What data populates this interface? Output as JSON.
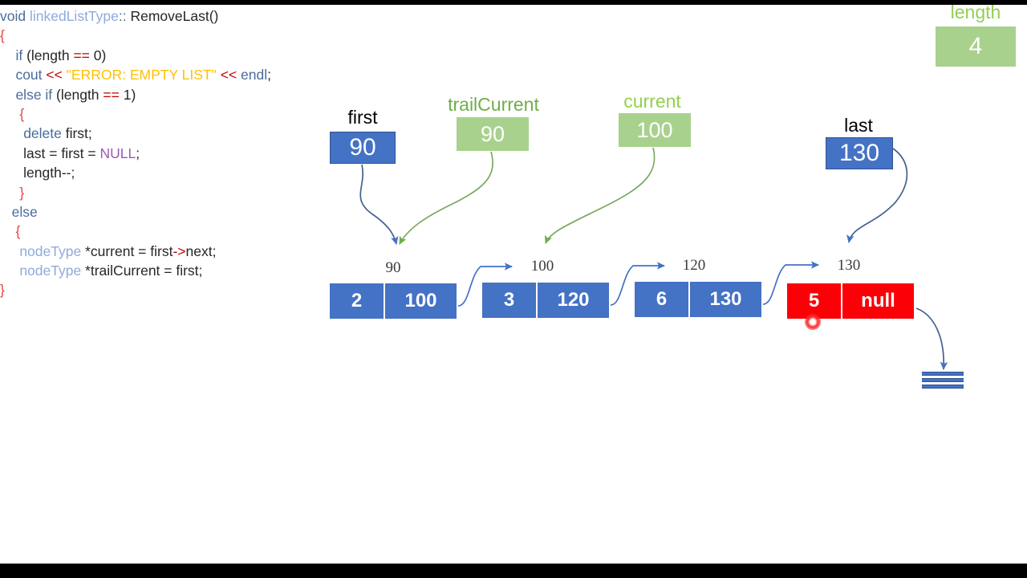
{
  "title": "linkedListType::RemoveLast() linked list walkthrough",
  "colors": {
    "node_blue": "#4472C4",
    "node_red": "#FB0007",
    "pointer_green_fill": "#A9D18E",
    "label_green_dark": "#70AD47",
    "label_green_light": "#92D050",
    "arrow_blue": "#4472C4",
    "arrow_green": "#70AD47",
    "letterbox": "#000000"
  },
  "code": {
    "lines": [
      [
        {
          "t": "void ",
          "c": "kw"
        },
        {
          "t": "linkedListType",
          "c": "type"
        },
        {
          "t": ":: ",
          "c": "kw"
        },
        {
          "t": "RemoveLast()",
          "c": "pl"
        }
      ],
      [
        {
          "t": "{",
          "c": "brace"
        }
      ],
      [
        {
          "t": "    ",
          "c": "pl"
        },
        {
          "t": "if ",
          "c": "kw"
        },
        {
          "t": "(length ",
          "c": "pl"
        },
        {
          "t": "== ",
          "c": "op"
        },
        {
          "t": "0)",
          "c": "pl"
        }
      ],
      [
        {
          "t": "    ",
          "c": "pl"
        },
        {
          "t": "cout ",
          "c": "kw"
        },
        {
          "t": "<< ",
          "c": "op"
        },
        {
          "t": "\"ERROR: EMPTY LIST\" ",
          "c": "str"
        },
        {
          "t": "<< ",
          "c": "op"
        },
        {
          "t": "endl",
          "c": "kw"
        },
        {
          "t": ";",
          "c": "pl"
        }
      ],
      [
        {
          "t": "    ",
          "c": "pl"
        },
        {
          "t": "else if ",
          "c": "kw"
        },
        {
          "t": "(length ",
          "c": "pl"
        },
        {
          "t": "== ",
          "c": "op"
        },
        {
          "t": "1)",
          "c": "pl"
        }
      ],
      [
        {
          "t": "     ",
          "c": "pl"
        },
        {
          "t": "{",
          "c": "brace"
        }
      ],
      [
        {
          "t": "      ",
          "c": "pl"
        },
        {
          "t": "delete ",
          "c": "kw"
        },
        {
          "t": "first;",
          "c": "pl"
        }
      ],
      [
        {
          "t": "      last = first = ",
          "c": "pl"
        },
        {
          "t": "NULL",
          "c": "null"
        },
        {
          "t": ";",
          "c": "pl"
        }
      ],
      [
        {
          "t": "      length--;",
          "c": "pl"
        }
      ],
      [
        {
          "t": "     ",
          "c": "pl"
        },
        {
          "t": "}",
          "c": "brace"
        }
      ],
      [
        {
          "t": "   ",
          "c": "pl"
        },
        {
          "t": "else",
          "c": "kw"
        }
      ],
      [
        {
          "t": "    ",
          "c": "pl"
        },
        {
          "t": "{",
          "c": "brace"
        }
      ],
      [
        {
          "t": "     ",
          "c": "pl"
        },
        {
          "t": "nodeType ",
          "c": "type"
        },
        {
          "t": "*current = first",
          "c": "pl"
        },
        {
          "t": "->",
          "c": "op"
        },
        {
          "t": "next;",
          "c": "pl"
        }
      ],
      [
        {
          "t": "     ",
          "c": "pl"
        },
        {
          "t": "nodeType ",
          "c": "type"
        },
        {
          "t": "*trailCurrent = first;",
          "c": "pl"
        }
      ],
      [
        {
          "t": "}",
          "c": "brace"
        }
      ]
    ]
  },
  "length_widget": {
    "label": "length",
    "value": "4"
  },
  "pointers": [
    {
      "name": "first",
      "label": "first",
      "value": "90",
      "style": "blue"
    },
    {
      "name": "trailCurrent",
      "label": "trailCurrent",
      "value": "90",
      "style": "green-dark"
    },
    {
      "name": "current",
      "label": "current",
      "value": "100",
      "style": "green-light"
    },
    {
      "name": "last",
      "label": "last",
      "value": "130",
      "style": "blue"
    }
  ],
  "nodes": [
    {
      "address": "90",
      "data": "2",
      "next": "100",
      "style": "blue"
    },
    {
      "address": "100",
      "data": "3",
      "next": "120",
      "style": "blue"
    },
    {
      "address": "120",
      "data": "6",
      "next": "130",
      "style": "blue"
    },
    {
      "address": "130",
      "data": "5",
      "next": "null",
      "style": "red"
    }
  ],
  "ground_symbol": "ground-terminator"
}
